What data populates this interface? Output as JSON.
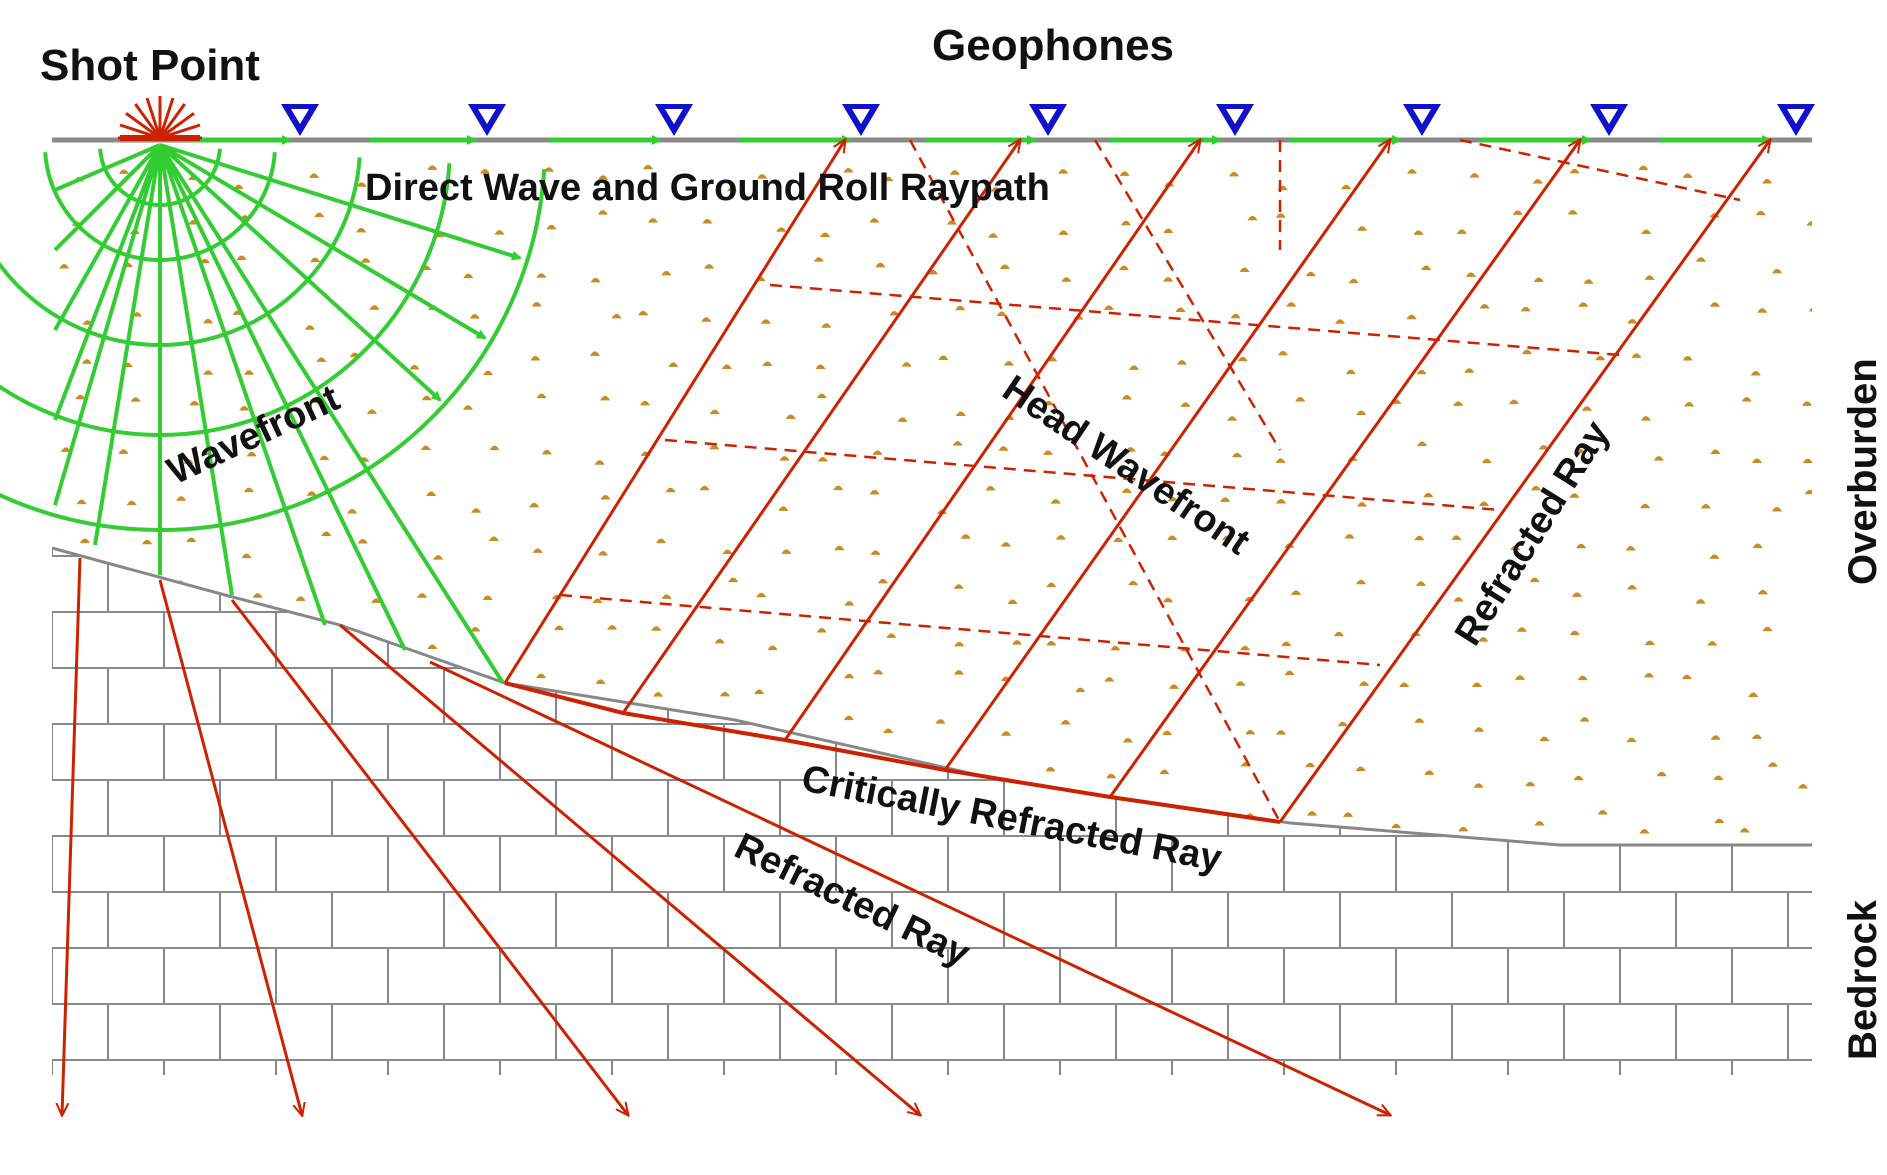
{
  "labels": {
    "shot_point": "Shot Point",
    "geophones": "Geophones",
    "direct_wave": "Direct Wave and Ground Roll Raypath",
    "wavefront": "Wavefront",
    "head_wavefront": "Head Wavefront",
    "refracted_ray_upper": "Refracted Ray",
    "critically_refracted_ray": "Critically Refracted Ray",
    "refracted_ray_lower": "Refracted Ray",
    "overburden": "Overburden",
    "bedrock": "Bedrock"
  },
  "geophone_count": 9,
  "colors": {
    "direct_wave": "#33cc33",
    "refracted": "#cc2200",
    "geophone": "#1111cc",
    "brick_line": "#888888",
    "sand_dot": "#cc8a22",
    "surface": "#8a8a8a"
  }
}
